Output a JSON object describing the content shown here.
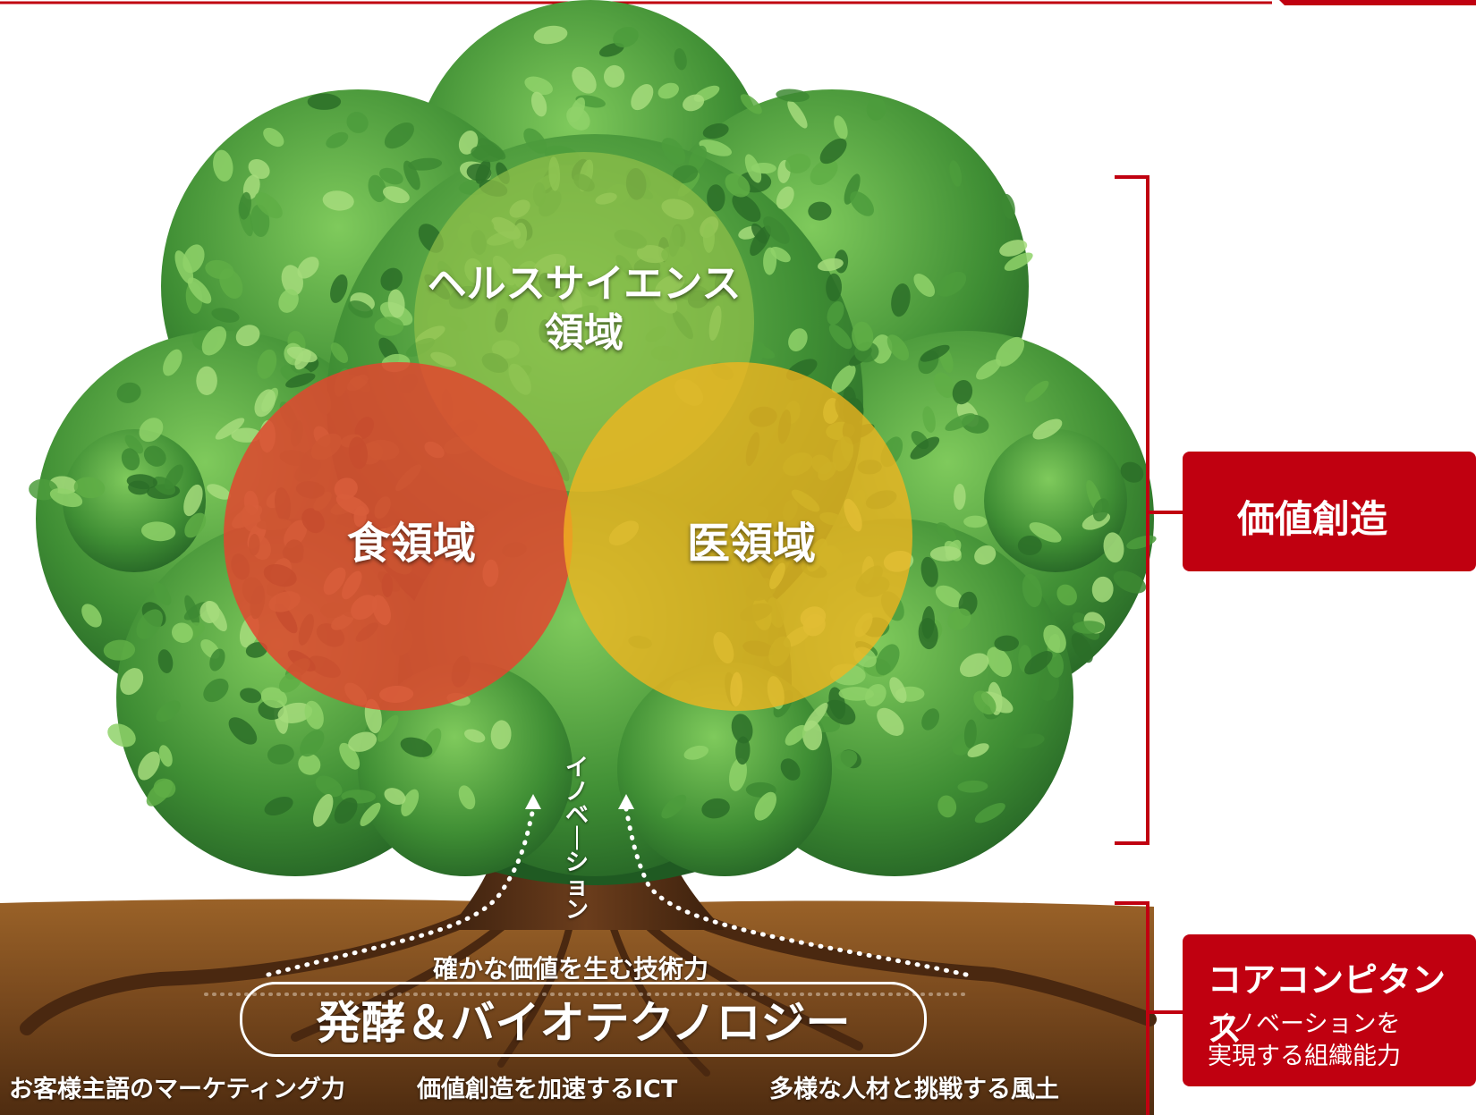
{
  "circles": {
    "top": {
      "label_line1": "ヘルスサイエンス",
      "label_line2": "領域",
      "color": "#8fbf4a"
    },
    "left": {
      "label": "食領域",
      "color": "#e2472f"
    },
    "right": {
      "label": "医領域",
      "color": "#f2b51f"
    }
  },
  "innovation": {
    "label": "イノベーション"
  },
  "ground": {
    "subtitle": "確かな価値を生む技術力",
    "main": "発酵＆バイオテクノロジー",
    "items": [
      "お客様主語のマーケティング力",
      "価値創造を加速するICT",
      "多様な人材と挑戦する風土"
    ]
  },
  "side": {
    "value_creation": "価値創造",
    "core_title": "コアコンピタンス",
    "core_line1": "イノベーションを",
    "core_line2": "実現する組織能力"
  },
  "colors": {
    "accent_red": "#c00010",
    "foliage": "#4d9a3a",
    "trunk": "#5a3218",
    "soil": "#7a4a1e"
  }
}
